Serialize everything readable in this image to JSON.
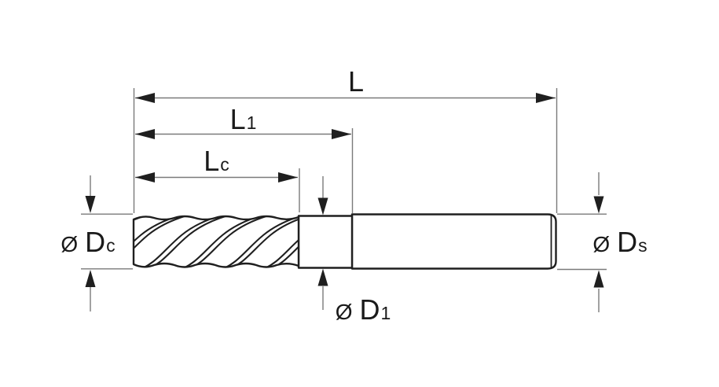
{
  "diagram": {
    "colors": {
      "background": "#ffffff",
      "outline": "#1f1f1f",
      "thin_line": "#7a7a7a",
      "arrowhead": "#1f1f1f",
      "text": "#1a1a1a"
    },
    "dimensions": {
      "overall_length": {
        "main": "L",
        "sub": ""
      },
      "flute_neck_length": {
        "main": "L",
        "sub": "1"
      },
      "cutting_length": {
        "main": "L",
        "sub": "c"
      },
      "cutter_diameter": {
        "prefix": "Ø",
        "main": "D",
        "sub": "c"
      },
      "neck_diameter": {
        "prefix": "Ø",
        "main": "D",
        "sub": "1"
      },
      "shank_diameter": {
        "prefix": "Ø",
        "main": "D",
        "sub": "s"
      }
    }
  }
}
